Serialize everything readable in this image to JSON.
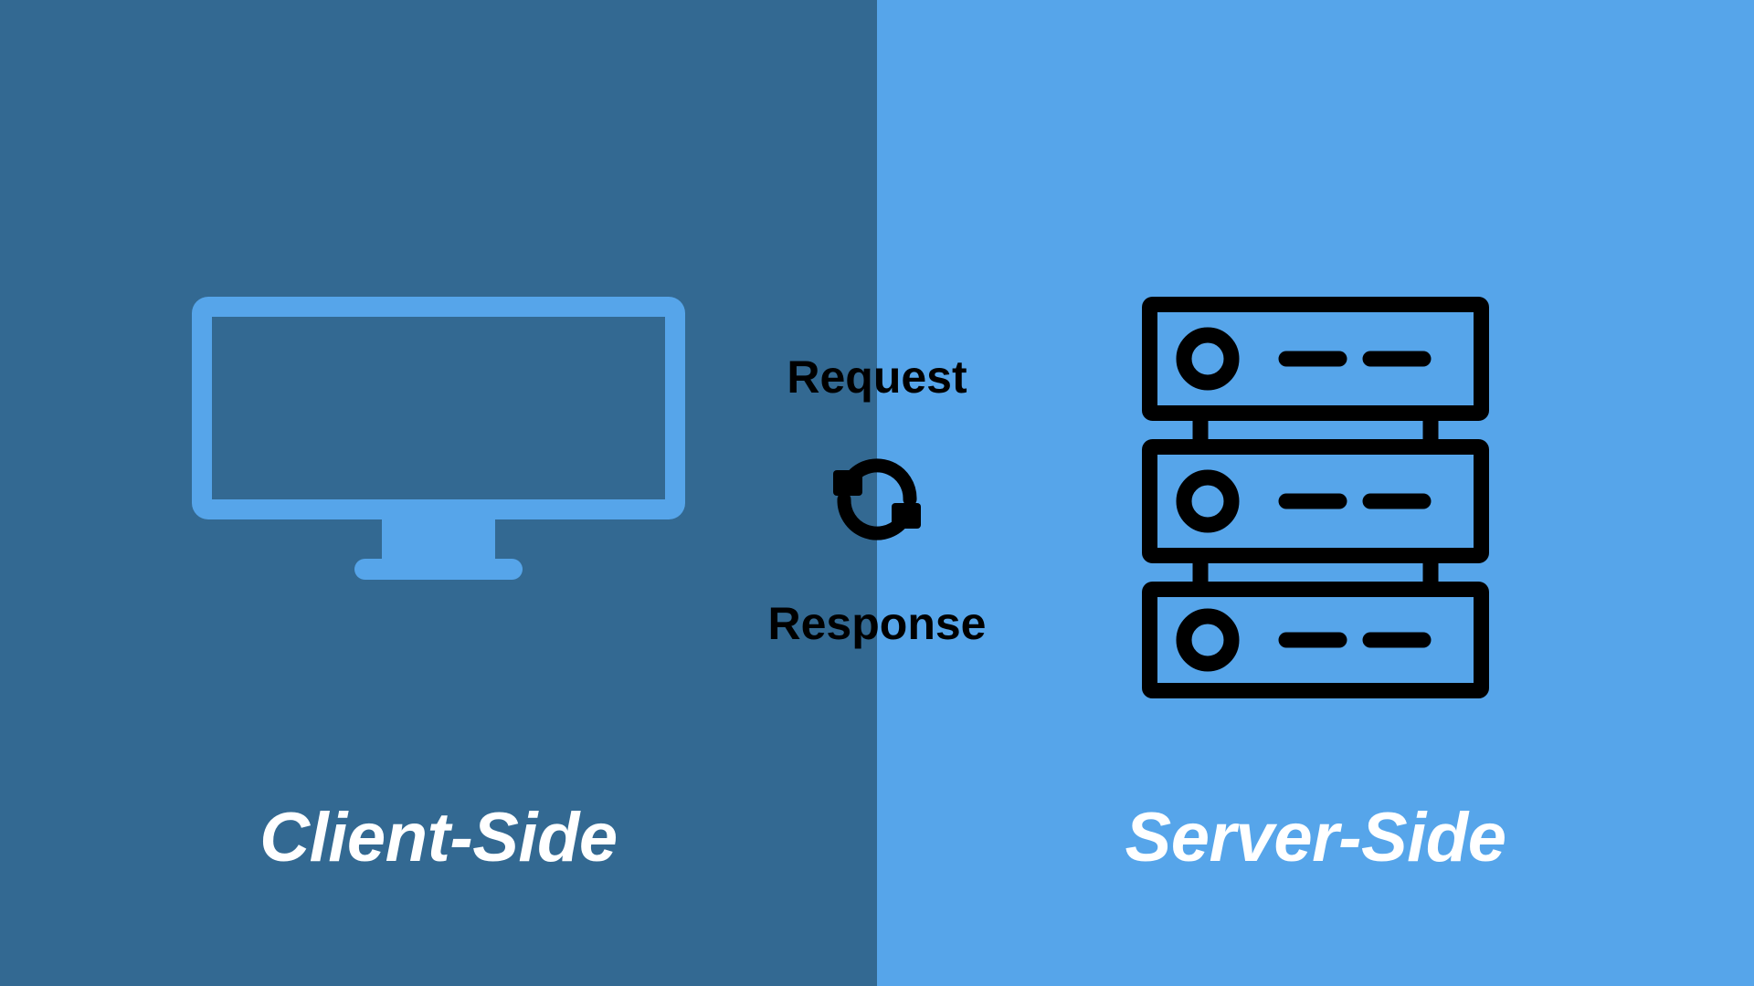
{
  "diagram": {
    "title": "Client-Side and Server-Side request response flow",
    "split_orientation": "vertical-half"
  },
  "colors": {
    "left_background": "#336992",
    "right_background": "#56a5ea",
    "monitor_stroke": "#56a5ea",
    "server_stroke": "#000000",
    "flow_text": "#000000",
    "side_label_text": "#ffffff"
  },
  "left_panel": {
    "label": "Client-Side",
    "icon_name": "desktop-monitor-icon"
  },
  "right_panel": {
    "label": "Server-Side",
    "icon_name": "server-rack-icon",
    "server_units": [
      {
        "indicator": "power-led",
        "slots": 2
      },
      {
        "indicator": "power-led",
        "slots": 2
      },
      {
        "indicator": "power-led",
        "slots": 2
      }
    ]
  },
  "center_flow": {
    "request_label": "Request",
    "response_label": "Response",
    "sync_icon_name": "sync-arrows-icon"
  }
}
